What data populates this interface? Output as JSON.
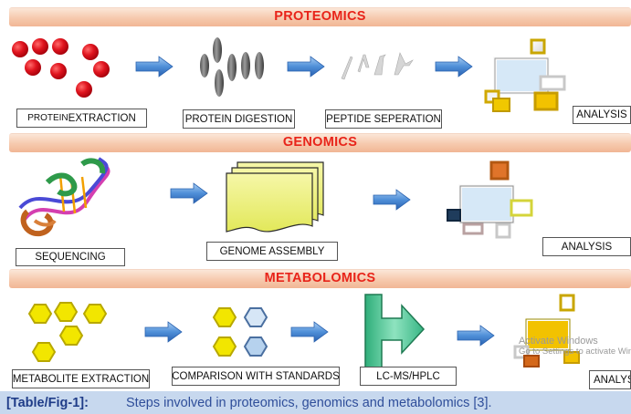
{
  "sections": {
    "proteomics": {
      "title": "PROTEOMICS",
      "steps": [
        "PROTEIN",
        "EXTRACTION",
        "PROTEIN DIGESTION",
        "PEPTIDE SEPERATION",
        "ANALYSIS"
      ]
    },
    "genomics": {
      "title": "GENOMICS",
      "steps": [
        "SEQUENCING",
        "GENOME ASSEMBLY",
        "ANALYSIS"
      ]
    },
    "metabolomics": {
      "title": "METABOLOMICS",
      "steps": [
        "METABOLITE EXTRACTION",
        "COMPARISON WITH STANDARDS",
        "LC-MS/HPLC",
        "ANALYSI"
      ]
    }
  },
  "caption": {
    "label": "[Table/Fig-1]:",
    "text": "Steps involved in proteomics, genomics and metabolomics [3]."
  },
  "watermark": {
    "line1": "Activate Windows",
    "line2": "Go to Settings to activate Windo"
  },
  "colors": {
    "banner_text": "#e8241a",
    "arrow": "#3f7fd0",
    "protein_red": "#e0141e",
    "hexagon_yellow": "#f2e600",
    "caption_bg": "#c7d8ee"
  }
}
